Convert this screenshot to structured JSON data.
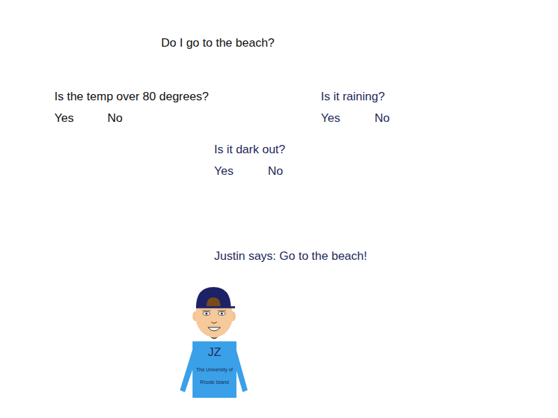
{
  "diagram": {
    "title": "Do I go to the beach?",
    "nodes": [
      {
        "text": [
          "JZ",
          "The University of Rhode Island"
        ]
      }
    ],
    "labels": [
      "Is the temp over 80 degrees?",
      "Yes",
      "No",
      "Is it raining?",
      "Yes",
      "No",
      "Is it dark out?",
      "Yes",
      "No",
      "Justin says: Go to the beach!"
    ]
  }
}
